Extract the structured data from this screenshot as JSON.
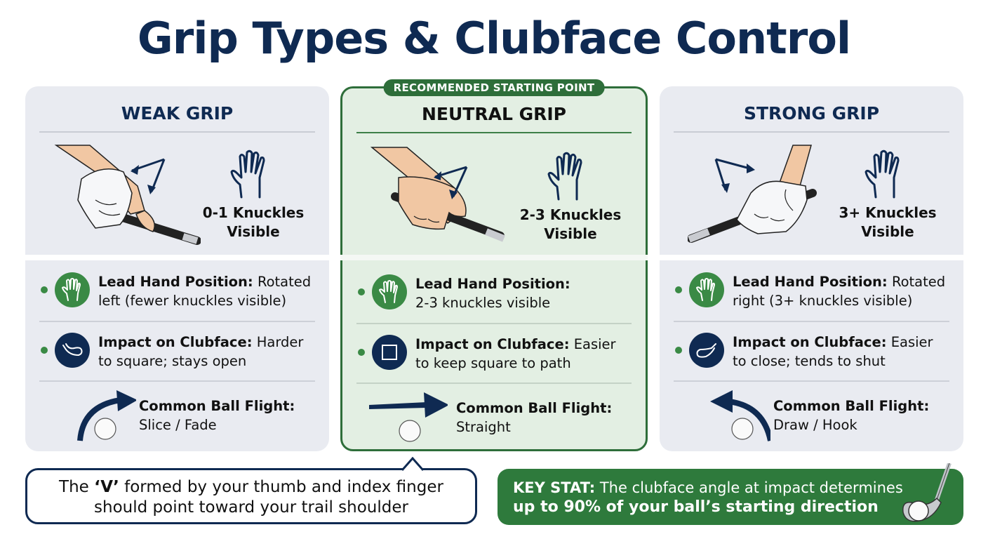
{
  "title": "Grip Types & Clubface Control",
  "colors": {
    "navy": "#0f2a52",
    "green": "#2e6e3a",
    "green_light_bg": "#e3efe3",
    "card_bg": "#e9ebf1",
    "keystat_bg": "#2e7a3c"
  },
  "cards": [
    {
      "id": "weak",
      "title": "WEAK GRIP",
      "knuckles": "0-1 Knuckles",
      "knuckles_line2": "Visible",
      "lead_hand_label": "Lead Hand Position:",
      "lead_hand_value_1": "Rotated",
      "lead_hand_value_2": "left (fewer knuckles visible)",
      "impact_label": "Impact on Clubface:",
      "impact_value_1": "Harder",
      "impact_value_2": "to square; stays open",
      "flight_label": "Common Ball Flight:",
      "flight_value": "Slice / Fade",
      "icons": [
        "gloved-hand-grip-illustration",
        "hand-outline-icon",
        "hand-icon",
        "clubface-open-icon",
        "curve-right-arrow-icon",
        "golf-ball-icon"
      ]
    },
    {
      "id": "neutral",
      "badge": "RECOMMENDED STARTING POINT",
      "title": "NEUTRAL GRIP",
      "knuckles": "2-3 Knuckles",
      "knuckles_line2": "Visible",
      "lead_hand_label": "Lead Hand Position:",
      "lead_hand_value_1": "",
      "lead_hand_value_2": "2-3 knuckles visible",
      "impact_label": "Impact on Clubface:",
      "impact_value_1": "Easier",
      "impact_value_2": "to keep square to path",
      "flight_label": "Common Ball Flight:",
      "flight_value": "Straight",
      "icons": [
        "bare-hand-grip-illustration",
        "hand-outline-icon",
        "hand-icon",
        "square-icon",
        "straight-arrow-icon",
        "golf-ball-icon"
      ]
    },
    {
      "id": "strong",
      "title": "STRONG GRIP",
      "knuckles": "3+ Knuckles",
      "knuckles_line2": "Visible",
      "lead_hand_label": "Lead Hand Position:",
      "lead_hand_value_1": "Rotated",
      "lead_hand_value_2": "right (3+ knuckles visible)",
      "impact_label": "Impact on Clubface:",
      "impact_value_1": "Easier",
      "impact_value_2": "to close; tends to shut",
      "flight_label": "Common Ball Flight:",
      "flight_value": "Draw / Hook",
      "icons": [
        "gloved-hand-grip-illustration",
        "hand-outline-icon",
        "hand-icon",
        "clubface-closed-icon",
        "curve-left-arrow-icon",
        "golf-ball-icon"
      ]
    }
  ],
  "tip": {
    "pre": "The ",
    "bold": "‘V’",
    "post": " formed by your thumb and index finger",
    "line2": "should point toward your trail shoulder"
  },
  "keystat": {
    "label": "KEY STAT:",
    "line1": " The clubface angle at impact determines",
    "line2": "up to 90% of your ball’s starting direction",
    "icon": "golf-club-ball-icon"
  }
}
